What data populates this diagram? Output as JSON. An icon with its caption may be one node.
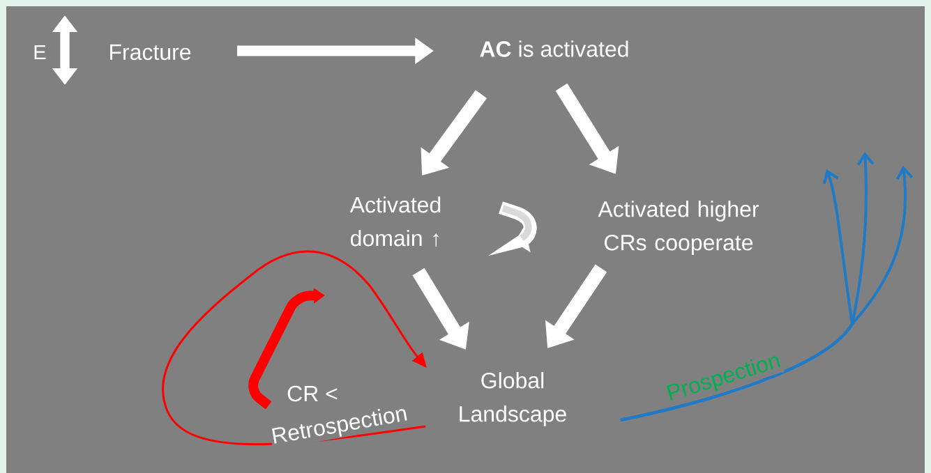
{
  "diagram": {
    "nodes": [
      {
        "text": [
          "Fracture"
        ]
      },
      {
        "text": [
          "**AC** is activated"
        ]
      },
      {
        "text": [
          "Activated domain ↑"
        ]
      },
      {
        "text": [
          "Activated higher CRs cooperate"
        ]
      },
      {
        "text": [
          "Global Landscape"
        ]
      },
      {
        "text": [
          "CR <"
        ]
      }
    ],
    "edges": [
      {
        "from": 0,
        "to": 1,
        "arrow": "to"
      },
      {
        "from": 1,
        "to": 2,
        "arrow": "to"
      },
      {
        "from": 1,
        "to": 3,
        "arrow": "to"
      },
      {
        "from": 2,
        "to": 4,
        "arrow": "to"
      },
      {
        "from": 3,
        "to": 4,
        "arrow": "to"
      },
      {
        "from": 4,
        "to": 4,
        "arrow": "to",
        "label": "Retrospection",
        "color": "#ff0000"
      },
      {
        "from": 5,
        "to": null,
        "arrow": "to",
        "color": "#ff0000"
      },
      {
        "from": 4,
        "to": null,
        "arrow": "to",
        "label": "Prospection",
        "color": "#1f7ac7"
      },
      {
        "from": 4,
        "to": null,
        "arrow": "to",
        "color": "#1f7ac7"
      },
      {
        "from": 4,
        "to": null,
        "arrow": "to",
        "color": "#1f7ac7"
      }
    ],
    "labels": [
      "E"
    ]
  }
}
